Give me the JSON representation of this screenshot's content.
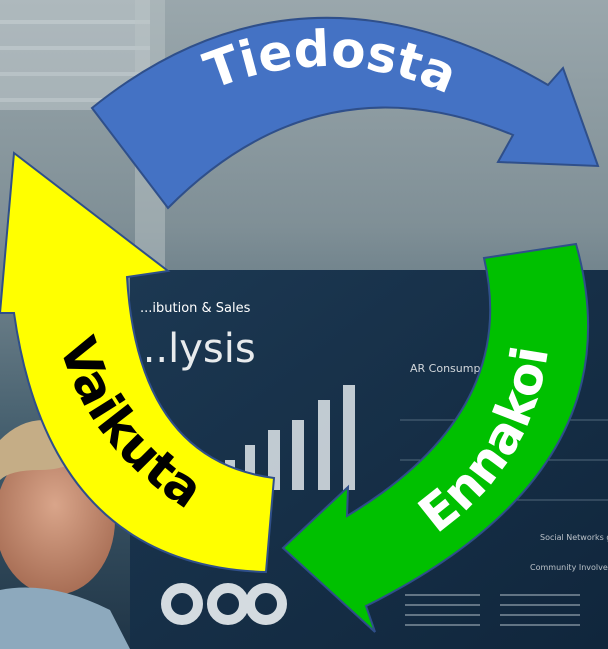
{
  "colors": {
    "tiedosta": "#4472c4",
    "ennakoi": "#00c000",
    "vaikuta": "#ffff00",
    "outline": "#2f4f8a"
  },
  "background": {
    "screen_title": "...ibution & Sales",
    "screen_heading": "...lysis",
    "panel_label": "AR Consumptio...",
    "footer_label": "Social Networks ga...",
    "community_label": "Community Involveme..."
  },
  "cycle": [
    {
      "label": "Tiedosta"
    },
    {
      "label": "Ennakoi"
    },
    {
      "label": "Vaikuta"
    }
  ]
}
